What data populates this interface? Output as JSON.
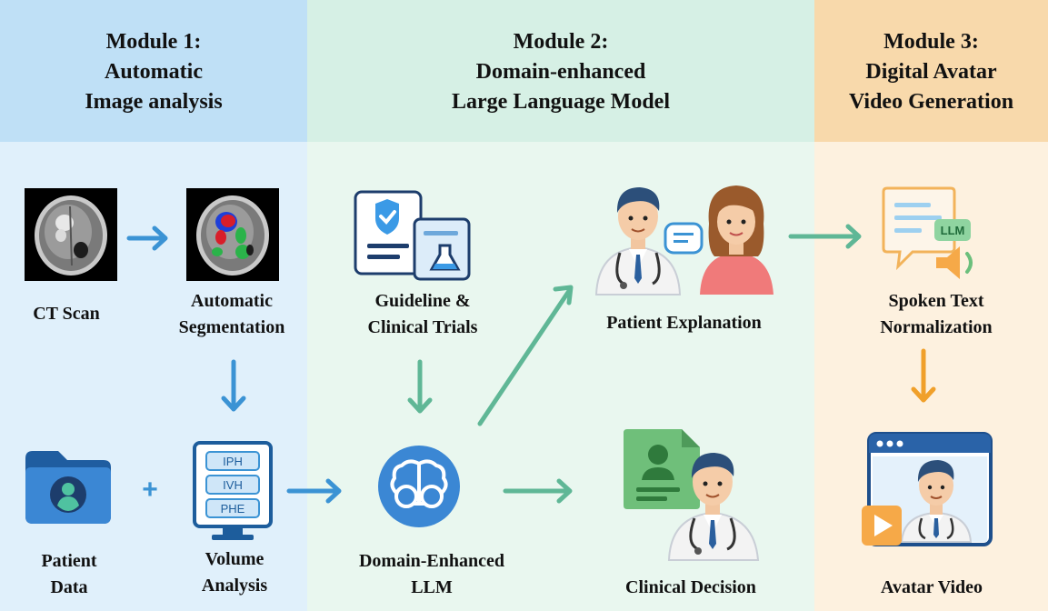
{
  "modules": [
    {
      "title": [
        "Module 1:",
        "Automatic",
        "Image analysis"
      ]
    },
    {
      "title": [
        "Module 2:",
        "Domain-enhanced",
        "Large Language Model"
      ]
    },
    {
      "title": [
        "Module 3:",
        "Digital Avatar",
        "Video Generation"
      ]
    }
  ],
  "nodes": {
    "ct_scan": [
      "CT Scan"
    ],
    "automatic_segmentation": [
      "Automatic",
      "Segmentation"
    ],
    "guideline": [
      "Guideline &",
      "Clinical Trials"
    ],
    "patient_explanation": [
      "Patient Explanation"
    ],
    "spoken_text": [
      "Spoken Text",
      "Normalization"
    ],
    "patient_data": [
      "Patient",
      "Data"
    ],
    "volume_analysis": [
      "Volume",
      "Analysis"
    ],
    "domain_llm": [
      "Domain-Enhanced",
      "LLM"
    ],
    "clinical_decision": [
      "Clinical Decision"
    ],
    "avatar_video": [
      "Avatar Video"
    ]
  },
  "volume_labels": [
    "IPH",
    "IVH",
    "PHE"
  ],
  "llm_bubble": "LLM",
  "plus_sign": "+",
  "colors": {
    "arrow_blue": "#3b93d4",
    "arrow_green": "#5fb796",
    "arrow_orange": "#f0a02a"
  }
}
